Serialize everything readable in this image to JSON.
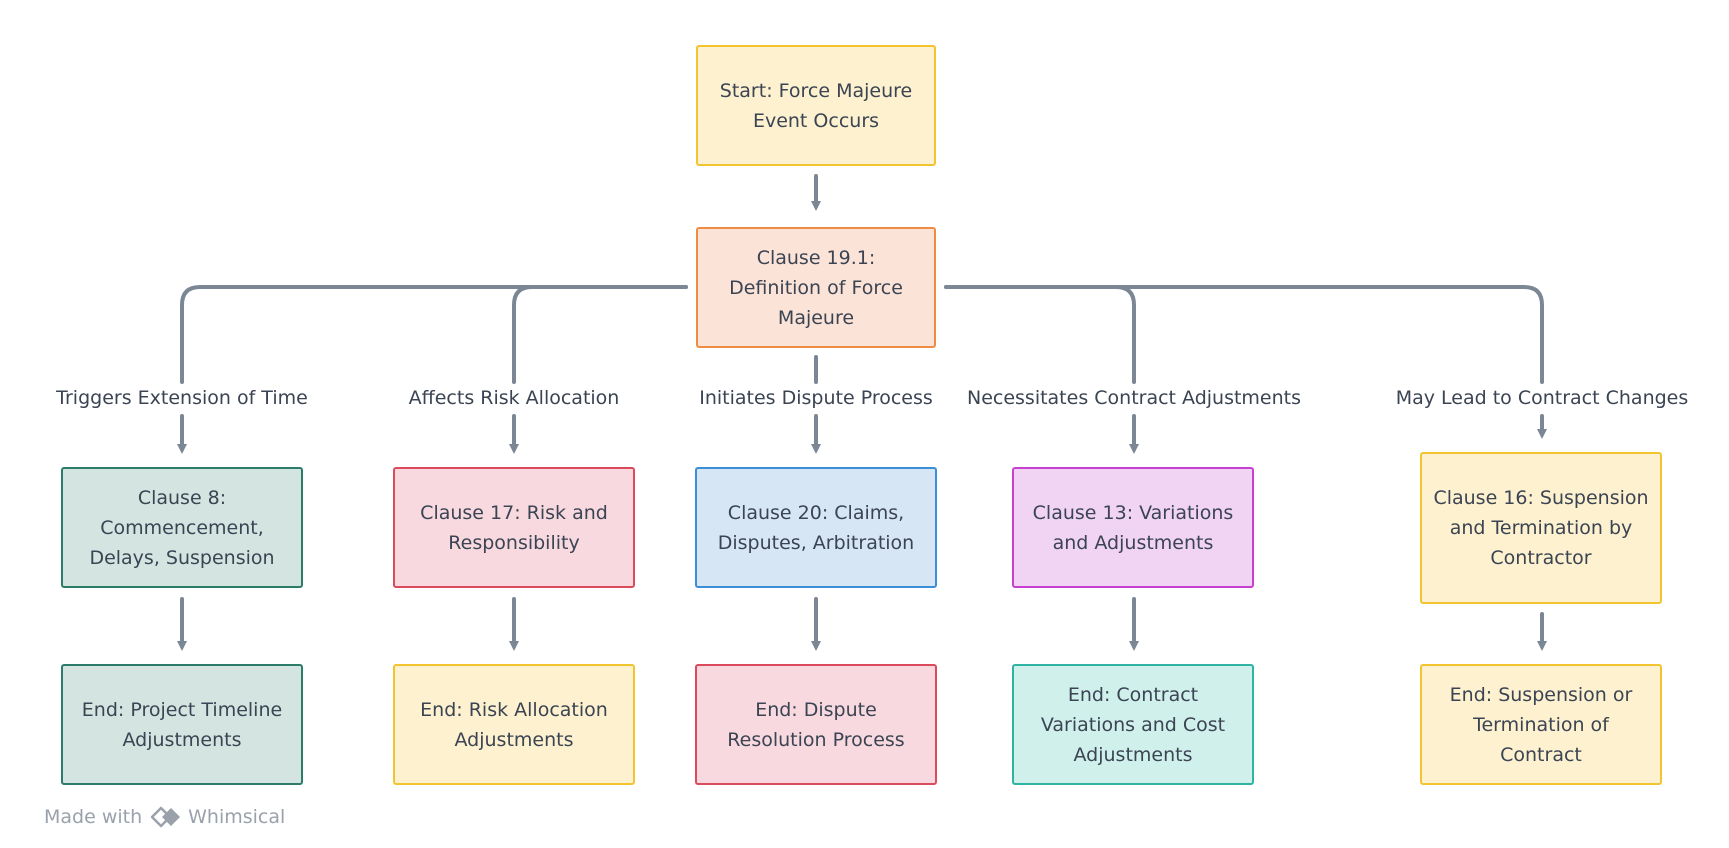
{
  "colors": {
    "connector": "#7b8794",
    "yellow": "#f2c430",
    "orange": "#ef8c44",
    "green": "#2b7d6a",
    "pink": "#dc4a5d",
    "blue": "#3b8fd8",
    "violet": "#c740d1",
    "teal": "#2fb3a3"
  },
  "nodes": {
    "start": "Start: Force Majeure Event Occurs",
    "definition": "Clause 19.1: Definition of Force Majeure",
    "clause8": "Clause 8: Commencement, Delays, Suspension",
    "clause17": "Clause 17: Risk and Responsibility",
    "clause20": "Clause 20: Claims, Disputes, Arbitration",
    "clause13": "Clause 13: Variations and Adjustments",
    "clause16": "Clause 16: Suspension and Termination by Contractor",
    "end_timeline": "End: Project Timeline Adjustments",
    "end_risk": "End: Risk Allocation Adjustments",
    "end_dispute": "End: Dispute Resolution Process",
    "end_variations": "End: Contract Variations and Cost Adjustments",
    "end_termination": "End: Suspension or Termination of Contract"
  },
  "edge_labels": {
    "extension": "Triggers Extension of Time",
    "risk": "Affects Risk Allocation",
    "dispute": "Initiates Dispute Process",
    "adjustments": "Necessitates Contract Adjustments",
    "changes": "May Lead to Contract Changes"
  },
  "footer": {
    "made_with": "Made with",
    "brand": "Whimsical",
    "logo_icon": "whimsical-logo-icon"
  }
}
